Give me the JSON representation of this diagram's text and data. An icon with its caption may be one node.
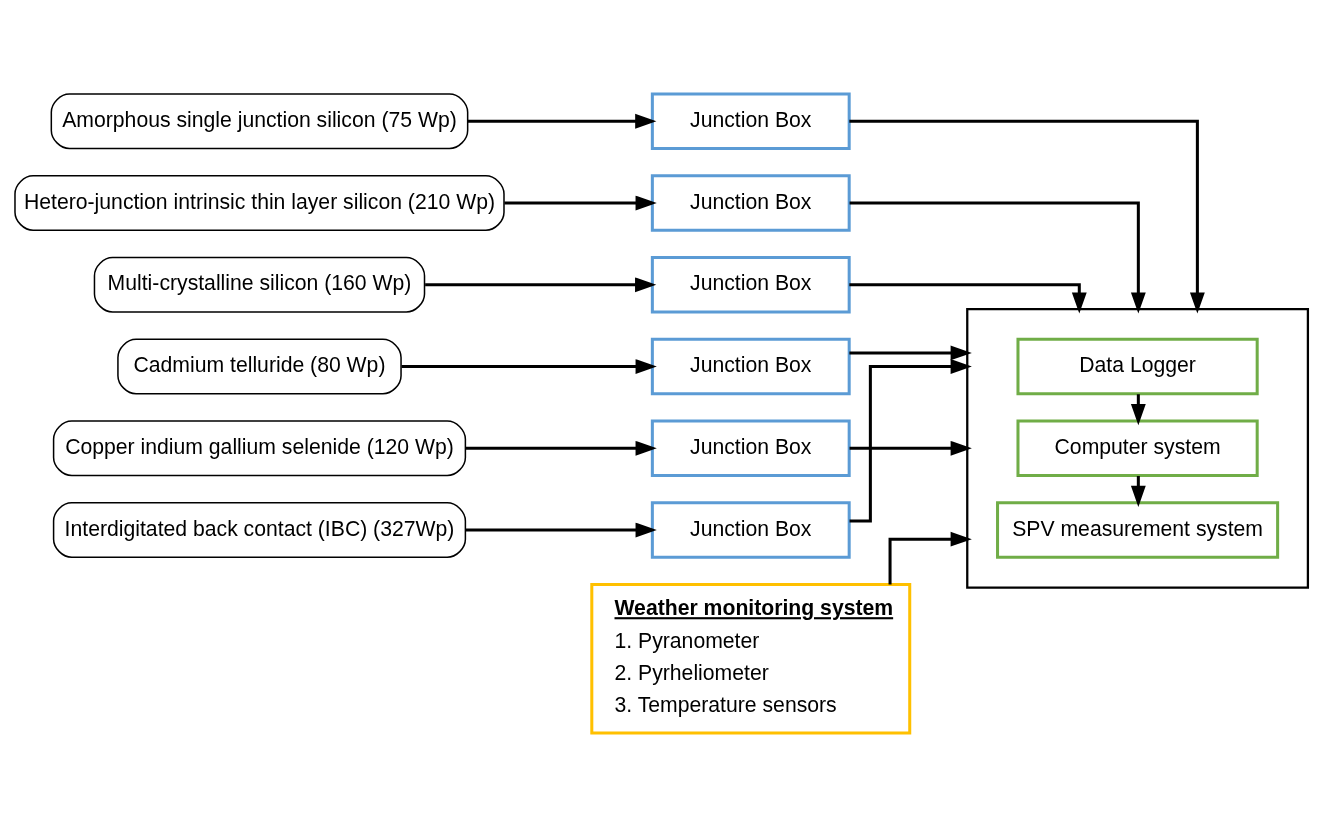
{
  "diagram": {
    "nodes": [
      {
        "text": [
          "Amorphous single junction silicon (75 Wp)"
        ]
      },
      {
        "text": [
          "Hetero-junction intrinsic thin layer silicon (210 Wp)"
        ]
      },
      {
        "text": [
          "Multi-crystalline silicon (160 Wp)"
        ]
      },
      {
        "text": [
          "Cadmium telluride (80 Wp)"
        ]
      },
      {
        "text": [
          "Copper indium gallium selenide (120 Wp)"
        ]
      },
      {
        "text": [
          "Interdigitated back contact (IBC) (327Wp)"
        ]
      },
      {
        "text": [
          "Junction Box"
        ]
      },
      {
        "text": [
          "Junction Box"
        ]
      },
      {
        "text": [
          "Junction Box"
        ]
      },
      {
        "text": [
          "Junction Box"
        ]
      },
      {
        "text": [
          "Junction Box"
        ]
      },
      {
        "text": [
          "Junction Box"
        ]
      },
      {
        "text": [],
        "shape": "box"
      },
      {
        "text": [
          "Data Logger"
        ],
        "in": 12
      },
      {
        "text": [
          "Computer system"
        ],
        "in": 12
      },
      {
        "text": [
          "SPV measurement system"
        ],
        "in": 12
      },
      {
        "text": [
          "Weather monitoring system",
          "1. Pyranometer",
          "2. Pyrheliometer",
          "3. Temperature sensors"
        ]
      }
    ],
    "edges": [
      {
        "from": 0,
        "to": 6,
        "arrow": "to"
      },
      {
        "from": 1,
        "to": 7,
        "arrow": "to"
      },
      {
        "from": 2,
        "to": 8,
        "arrow": "to"
      },
      {
        "from": 3,
        "to": 9,
        "arrow": "to"
      },
      {
        "from": 4,
        "to": 10,
        "arrow": "to"
      },
      {
        "from": 5,
        "to": 11,
        "arrow": "to"
      },
      {
        "from": 6,
        "to": 12,
        "arrow": "to"
      },
      {
        "from": 7,
        "to": 12,
        "arrow": "to"
      },
      {
        "from": 8,
        "to": 12,
        "arrow": "to"
      },
      {
        "from": 9,
        "to": 12,
        "arrow": "to"
      },
      {
        "from": 10,
        "to": 12,
        "arrow": "to"
      },
      {
        "from": 11,
        "to": 12,
        "arrow": "to"
      },
      {
        "from": 13,
        "to": 14,
        "arrow": "to"
      },
      {
        "from": 14,
        "to": 15,
        "arrow": "to"
      },
      {
        "from": 16,
        "to": 12,
        "arrow": "to"
      }
    ]
  }
}
